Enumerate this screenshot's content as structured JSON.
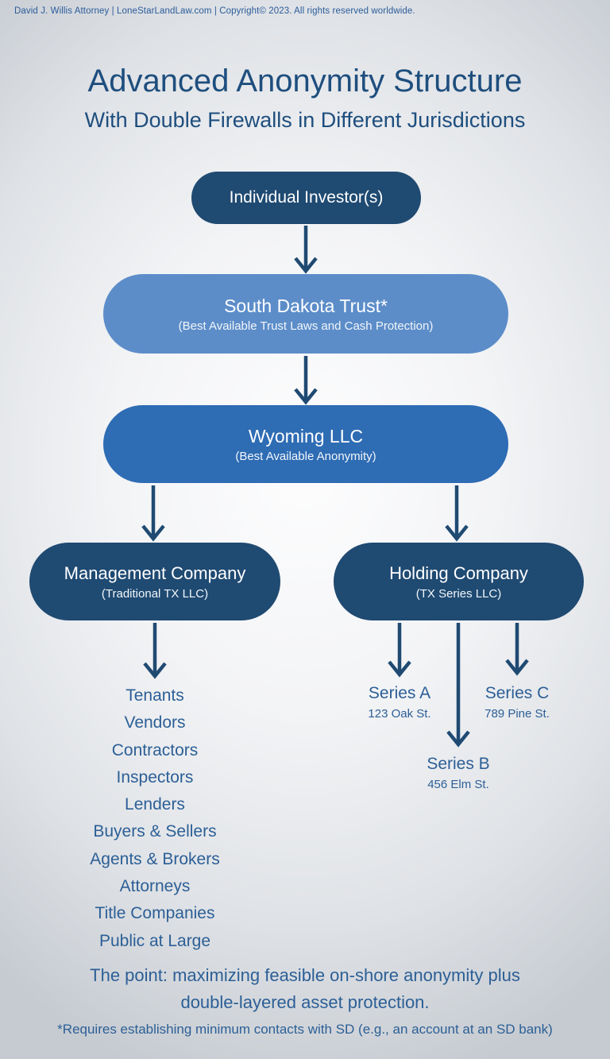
{
  "topbar": {
    "text": "David J. Willis Attorney  |  LoneStarLandLaw.com  |  Copyright© 2023. All rights reserved worldwide."
  },
  "heading": {
    "title": "Advanced Anonymity Structure",
    "subtitle": "With Double Firewalls in Different Jurisdictions"
  },
  "diagram": {
    "investor": {
      "label": "Individual Investor(s)"
    },
    "sd_trust": {
      "label": "South Dakota Trust*",
      "sublabel": "(Best Available Trust Laws and Cash Protection)"
    },
    "wyoming": {
      "label": "Wyoming LLC",
      "sublabel": "(Best Available Anonymity)"
    },
    "management": {
      "label": "Management Company",
      "sublabel": "(Traditional TX LLC)"
    },
    "holding": {
      "label": "Holding Company",
      "sublabel": "(TX Series LLC)"
    },
    "series_a": {
      "name": "Series A",
      "address": "123 Oak St."
    },
    "series_b": {
      "name": "Series B",
      "address": "456 Elm St."
    },
    "series_c": {
      "name": "Series C",
      "address": "789 Pine St."
    }
  },
  "contacts": [
    "Tenants",
    "Vendors",
    "Contractors",
    "Inspectors",
    "Lenders",
    "Buyers & Sellers",
    "Agents & Brokers",
    "Attorneys",
    "Title Companies",
    "Public at Large"
  ],
  "conclusion": {
    "point_line1": "The point: maximizing feasible on-shore anonymity plus",
    "point_line2": "double-layered asset protection.",
    "footnote": "*Requires establishing minimum contacts with SD (e.g., an account at an SD bank)"
  },
  "colors": {
    "navy_box": "#1f4a72",
    "light_blue_box": "#5c8dc9",
    "medium_blue_box": "#2e6cb4",
    "heading_text": "#1e4e7e",
    "body_text": "#2c5f96",
    "background_edge": "#c6cbd1",
    "background_center": "#fdfdfe"
  }
}
